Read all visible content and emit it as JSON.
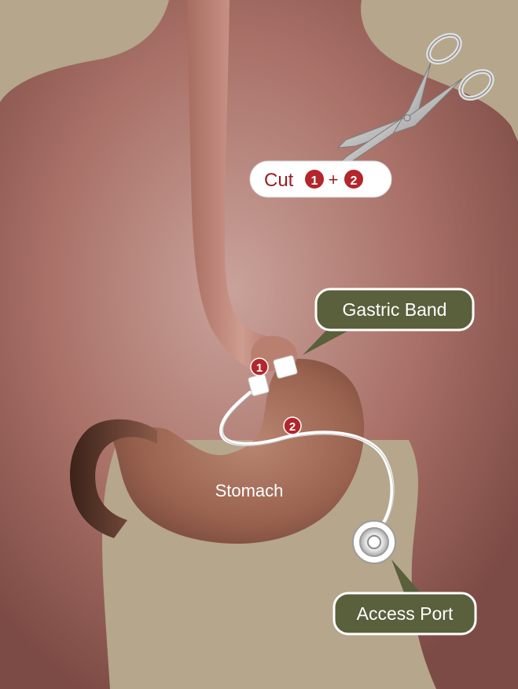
{
  "labels": {
    "cut": "Cut",
    "plus": "+",
    "gastric_band": "Gastric Band",
    "stomach": "Stomach",
    "access_port": "Access Port"
  },
  "markers": {
    "one": "1",
    "two": "2"
  },
  "colors": {
    "background": "#b5a68c",
    "torso": "#b07a70",
    "stomach": "#a06b55",
    "callout_green": "#5a5f3c",
    "marker_red": "#b3262c",
    "band_white": "#ffffff"
  }
}
